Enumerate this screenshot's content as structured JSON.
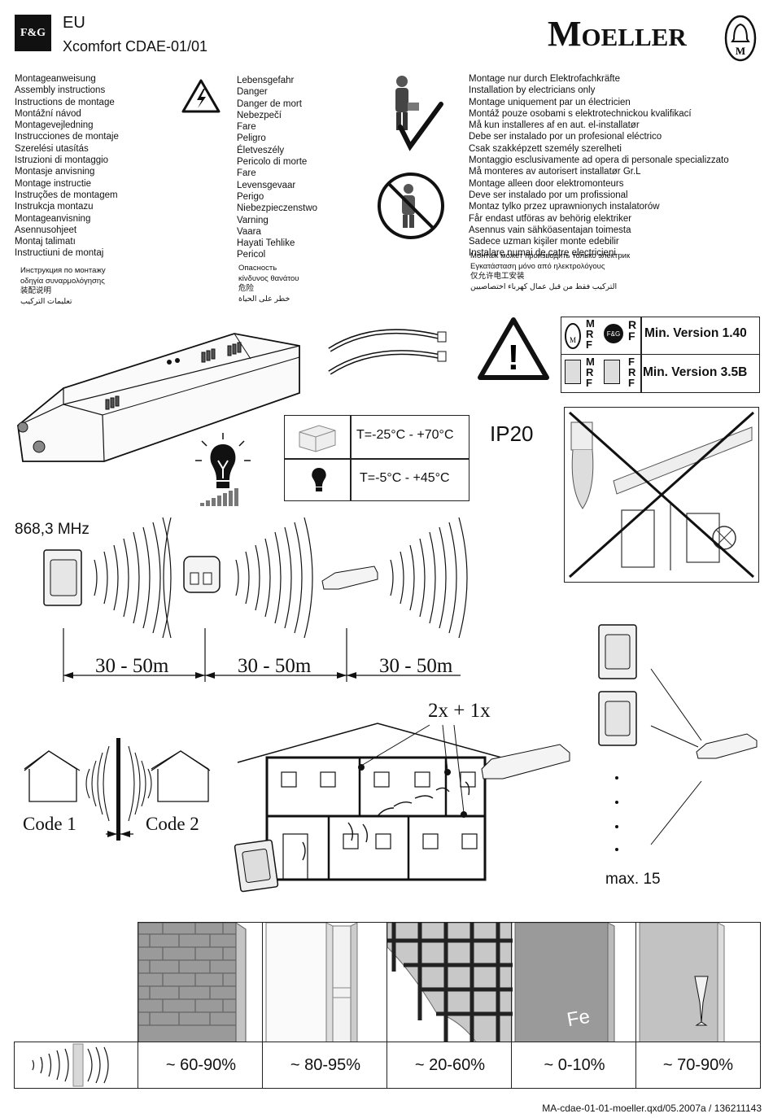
{
  "header": {
    "logo_text": "F&G",
    "region": "EU",
    "product": "Xcomfort CDAE-01/01",
    "brand": "Moeller",
    "brand_logo_letters": "M"
  },
  "instructions_titles": [
    "Montageanweisung",
    "Assembly instructions",
    "Instructions de montage",
    "Montážní návod",
    "Montagevejledning",
    "Instrucciones de montaje",
    "Szerelési utasítás",
    "Istruzioni di montaggio",
    "Montasje anvisning",
    "Montage instructie",
    "Instruções de montagem",
    "Instrukcja montazu",
    "Montageanvisning",
    "Asennusohjeet",
    "Montaj talimatı",
    "Instructiuni de montaj"
  ],
  "instructions_titles_small": [
    "Инструкция по монтажу",
    "οδηγία συναρμολόγησης",
    "装配说明",
    "تعليمات التركيب"
  ],
  "danger_words": [
    "Lebensgefahr",
    "Danger",
    "Danger de mort",
    "Nebezpečí",
    "Fare",
    "Peligro",
    "Életveszély",
    "Pericolo di morte",
    "Fare",
    "Levensgevaar",
    "Perigo",
    "Niebezpieczenstwo",
    "Varning",
    "Vaara",
    "Hayati Tehlike",
    "Pericol"
  ],
  "danger_words_small": [
    "Опасность",
    "κίνδυνος θανάτου",
    "危险",
    "خطر على الحياة"
  ],
  "electrician_notes": [
    "Montage nur durch Elektrofachkräfte",
    "Installation by electricians only",
    "Montage uniquement par un électricien",
    "Montáž pouze osobami s elektrotechnickou kvalifikací",
    "Må kun installeres af en aut. el-installatør",
    "Debe ser instalado por un profesional eléctrico",
    "Csak szakképzett személy szerelheti",
    "Montaggio esclusivamente ad opera di personale specializzato",
    "Må monteres av autorisert installatør Gr.L",
    "Montage alleen door elektromonteurs",
    "Deve ser instalado por um profissional",
    "Montaz tylko przez uprawnionych instalatorów",
    "Får endast utföras av behörig elektriker",
    "Asennus vain sähköasentajan toimesta",
    "Sadece uzman kişiler monte edebilir",
    "Instalare numai de catre electricieni"
  ],
  "electrician_notes_small": [
    "Монтаж может производить только электрик",
    "Εγκατάσταση μόνο από ηλεκτρολόγους",
    "仅允许电工安装",
    "التركيب فقط من قبل عمال كهرباء اختصاصيين"
  ],
  "versions": {
    "row1_label": "Min. Version 1.40",
    "row2_label": "Min. Version 3.5B",
    "mrf_letters": [
      "M",
      "R",
      "F"
    ],
    "rf_letters": [
      "R",
      "F"
    ],
    "fg_mark": "F&G"
  },
  "temperatures": {
    "storage": "T=-25°C - +70°C",
    "operation": "T=-5°C - +45°C"
  },
  "protection": "IP20",
  "frequency": "868,3 MHz",
  "ranges": [
    "30 - 50m",
    "30 - 50m",
    "30 - 50m"
  ],
  "codes": {
    "left": "Code 1",
    "right": "Code 2"
  },
  "house_label": "2x + 1x",
  "max_devices": "max. 15",
  "materials": {
    "percentages": [
      "~ 60-90%",
      "~ 80-95%",
      "~ 20-60%",
      "~ 0-10%",
      "~ 70-90%"
    ],
    "fe_label": "Fe"
  },
  "footer": "MA-cdae-01-01-moeller.qxd/05.2007a / 136211143"
}
